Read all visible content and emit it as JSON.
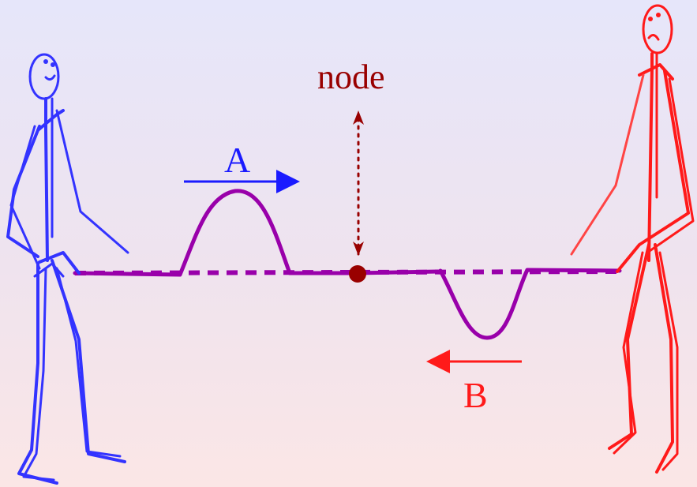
{
  "labels": {
    "node": "node",
    "pulse_a": "A",
    "pulse_b": "B"
  },
  "colors": {
    "left_person": "#3333ff",
    "right_person": "#ff1a1a",
    "rope": "#9900aa",
    "node": "#990000",
    "arrow_a": "#1a1aff",
    "arrow_b": "#ff1a1a"
  }
}
